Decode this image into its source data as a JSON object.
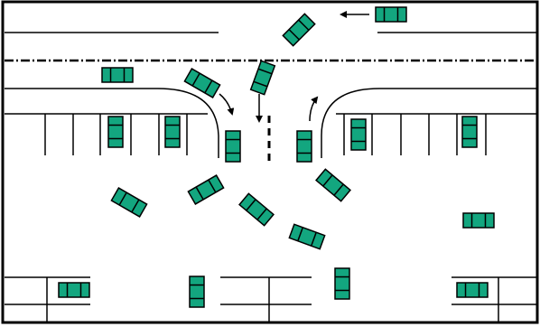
{
  "scene": {
    "border_color": "#000000",
    "background": "#ffffff",
    "car_color": "#13a67f",
    "line_color": "#000000"
  },
  "cars": [
    {
      "name": "car-top-road-right",
      "heading": "west"
    },
    {
      "name": "car-top-road-diagonal",
      "heading": "northeast"
    },
    {
      "name": "car-left-lane",
      "heading": "west"
    },
    {
      "name": "car-turning-left",
      "heading": "southeast"
    },
    {
      "name": "car-entering-lot",
      "heading": "south"
    },
    {
      "name": "car-stall-left-1",
      "heading": "south"
    },
    {
      "name": "car-stall-left-2",
      "heading": "south"
    },
    {
      "name": "car-entrance-left",
      "heading": "south"
    },
    {
      "name": "car-entrance-right",
      "heading": "north"
    },
    {
      "name": "car-stall-right-1",
      "heading": "south"
    },
    {
      "name": "car-stall-right-2",
      "heading": "south"
    },
    {
      "name": "car-lot-1",
      "heading": "southeast"
    },
    {
      "name": "car-lot-2",
      "heading": "northeast"
    },
    {
      "name": "car-lot-3",
      "heading": "southeast"
    },
    {
      "name": "car-lot-4",
      "heading": "southeast"
    },
    {
      "name": "car-lot-5",
      "heading": "southeast"
    },
    {
      "name": "car-lot-right",
      "heading": "east"
    },
    {
      "name": "car-bottom-stall-left",
      "heading": "east"
    },
    {
      "name": "car-bottom-stall-mid",
      "heading": "south"
    },
    {
      "name": "car-bottom-stall-center",
      "heading": "south"
    },
    {
      "name": "car-bottom-stall-right",
      "heading": "east"
    }
  ],
  "arrows": [
    {
      "name": "arrow-top-road",
      "direction": "west"
    },
    {
      "name": "arrow-turn-in",
      "direction": "southeast"
    },
    {
      "name": "arrow-enter-down",
      "direction": "south"
    },
    {
      "name": "arrow-exit-up",
      "direction": "north"
    }
  ]
}
